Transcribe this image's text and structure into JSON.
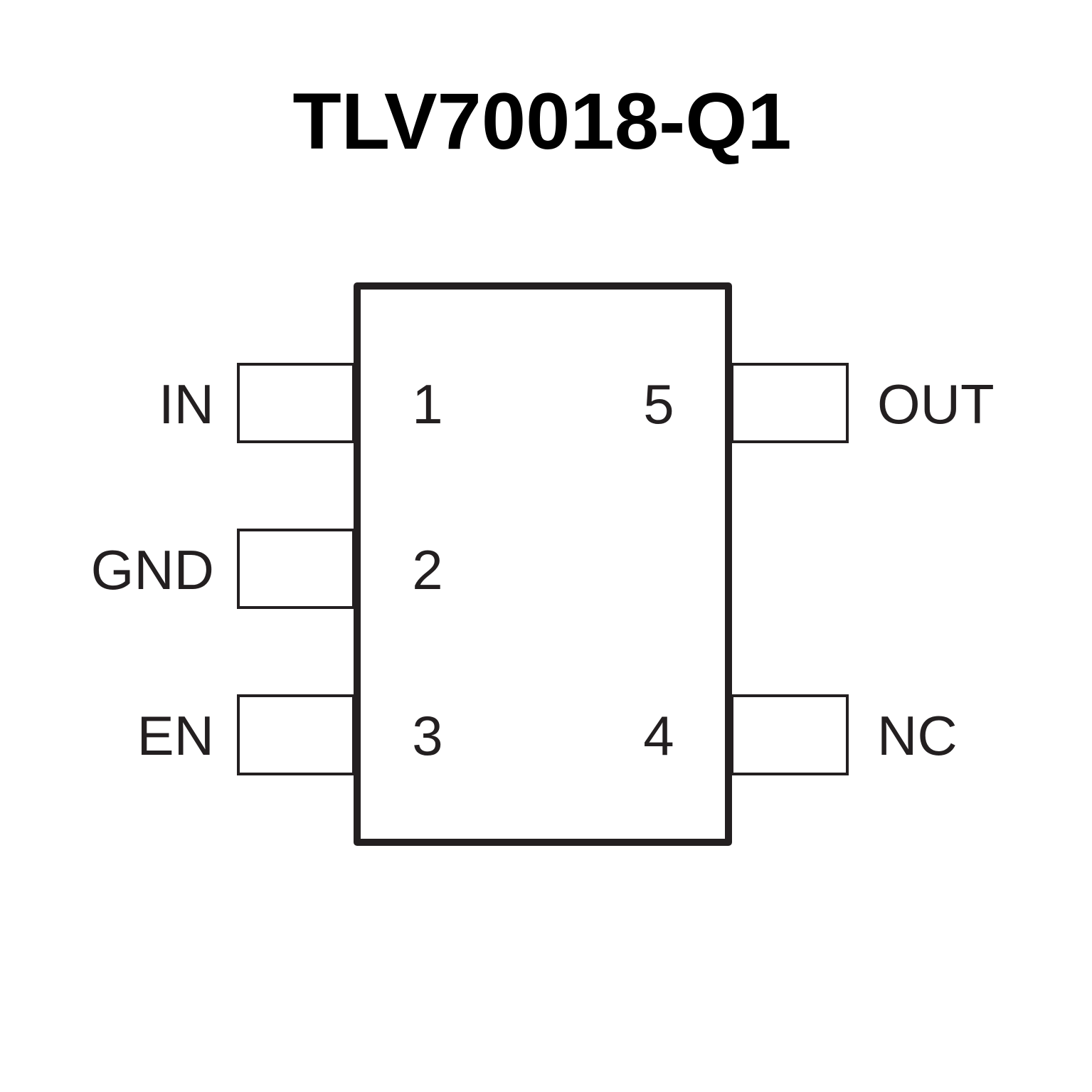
{
  "title": "TLV70018-Q1",
  "pins": [
    {
      "number": "1",
      "name": "IN",
      "side": "left"
    },
    {
      "number": "2",
      "name": "GND",
      "side": "left"
    },
    {
      "number": "3",
      "name": "EN",
      "side": "left"
    },
    {
      "number": "4",
      "name": "NC",
      "side": "right"
    },
    {
      "number": "5",
      "name": "OUT",
      "side": "right"
    }
  ],
  "colors": {
    "stroke": "#231f20",
    "title": "#000000",
    "label": "#231f20",
    "background": "#ffffff"
  }
}
